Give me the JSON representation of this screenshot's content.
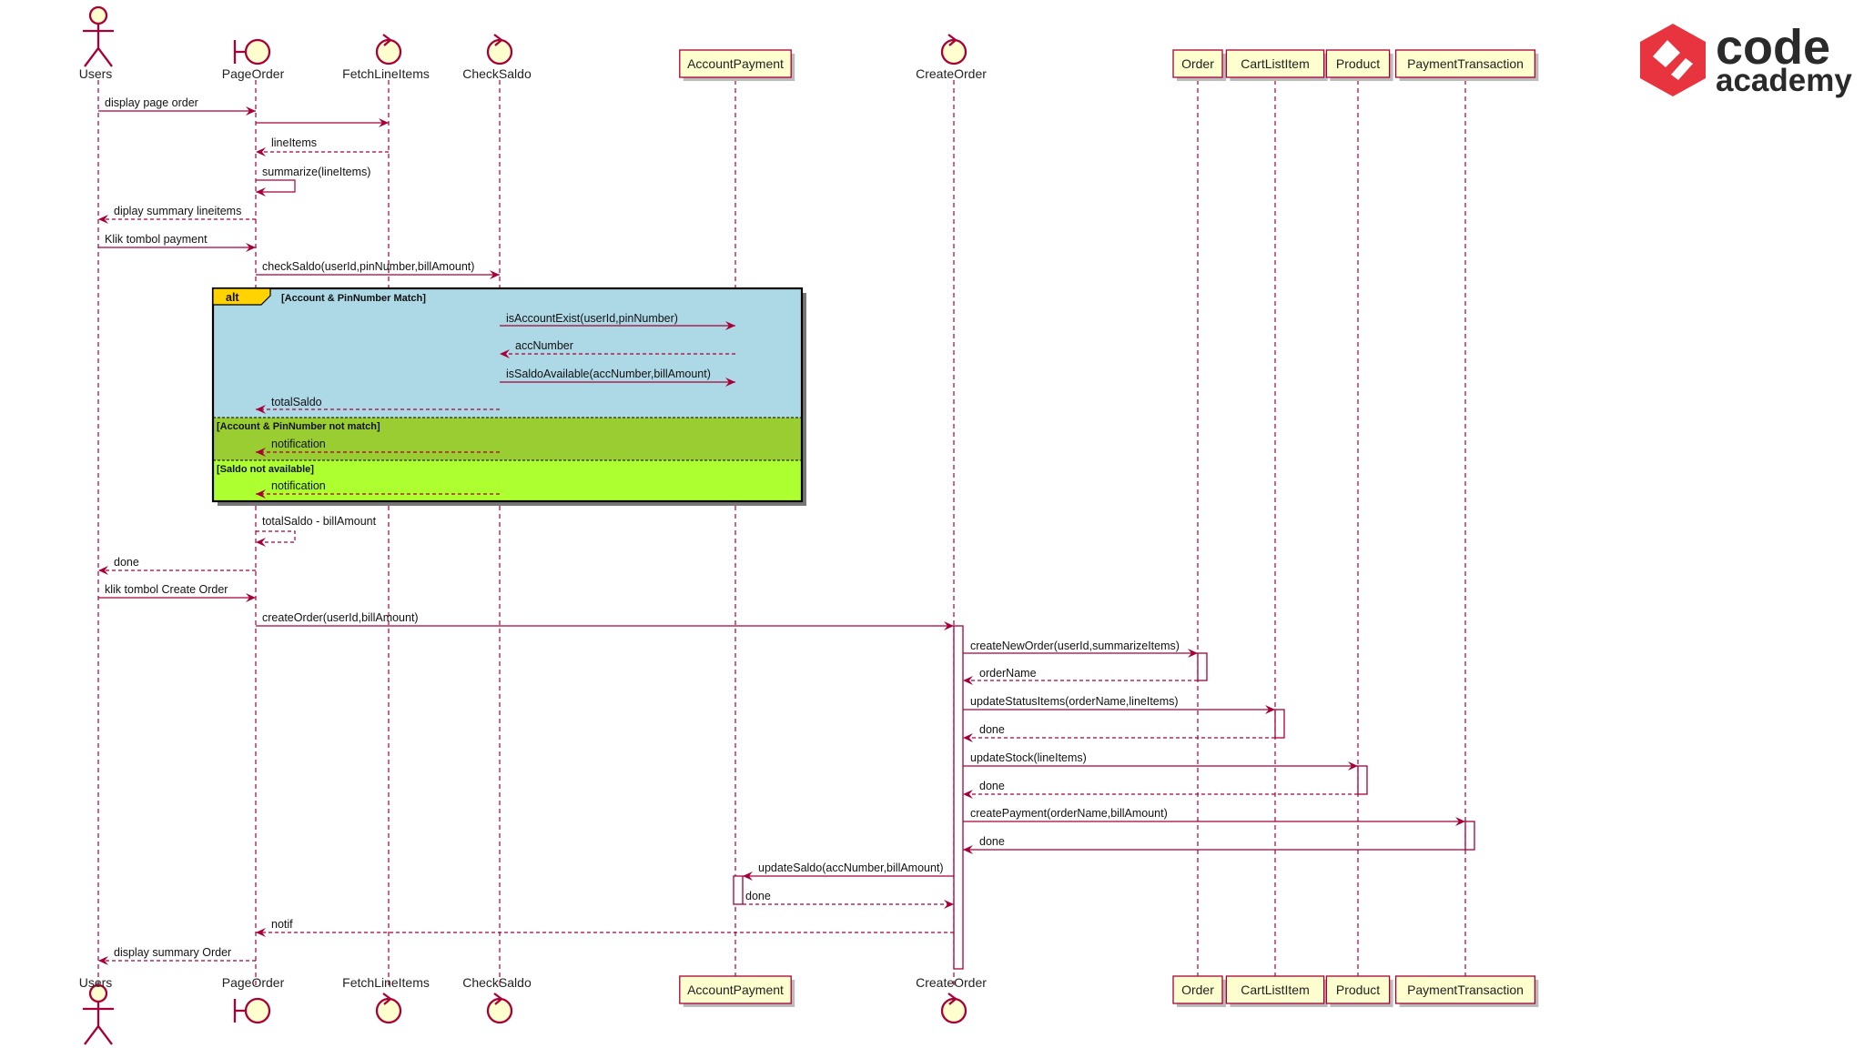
{
  "logo": {
    "line1": "code",
    "line2": "academy",
    "color": "#e8343f"
  },
  "colors": {
    "stroke": "#a80036",
    "box_fill": "#fefece",
    "alt_blue": "#add8e6",
    "alt_green": "#9acd32",
    "alt_lime": "#adff2f",
    "alt_tag": "#ffd200"
  },
  "participants": [
    {
      "id": "users",
      "label": "Users",
      "kind": "actor"
    },
    {
      "id": "pageorder",
      "label": "PageOrder",
      "kind": "boundary"
    },
    {
      "id": "fetch",
      "label": "FetchLineItems",
      "kind": "control"
    },
    {
      "id": "check",
      "label": "CheckSaldo",
      "kind": "control"
    },
    {
      "id": "accpay",
      "label": "AccountPayment",
      "kind": "box"
    },
    {
      "id": "create",
      "label": "CreateOrder",
      "kind": "control"
    },
    {
      "id": "order",
      "label": "Order",
      "kind": "box"
    },
    {
      "id": "cart",
      "label": "CartListItem",
      "kind": "box"
    },
    {
      "id": "product",
      "label": "Product",
      "kind": "box"
    },
    {
      "id": "paytx",
      "label": "PaymentTransaction",
      "kind": "box"
    }
  ],
  "alt": {
    "tag": "alt",
    "guards": [
      "[Account & PinNumber Match]",
      "[Account & PinNumber not match]",
      "[Saldo not available]"
    ]
  },
  "messages": [
    {
      "from": "users",
      "to": "pageorder",
      "label": "display page order",
      "dashed": false
    },
    {
      "from": "pageorder",
      "to": "fetch",
      "label": "",
      "dashed": false
    },
    {
      "from": "fetch",
      "to": "pageorder",
      "label": "lineItems",
      "dashed": true
    },
    {
      "from": "pageorder",
      "to": "pageorder",
      "label": "summarize(lineItems)",
      "dashed": false
    },
    {
      "from": "pageorder",
      "to": "users",
      "label": "diplay summary lineitems",
      "dashed": true
    },
    {
      "from": "users",
      "to": "pageorder",
      "label": "Klik tombol payment",
      "dashed": false
    },
    {
      "from": "pageorder",
      "to": "check",
      "label": "checkSaldo(userId,pinNumber,billAmount)",
      "dashed": false
    },
    {
      "from": "check",
      "to": "accpay",
      "label": "isAccountExist(userId,pinNumber)",
      "dashed": false
    },
    {
      "from": "accpay",
      "to": "check",
      "label": "accNumber",
      "dashed": true
    },
    {
      "from": "check",
      "to": "accpay",
      "label": "isSaldoAvailable(accNumber,billAmount)",
      "dashed": false
    },
    {
      "from": "check",
      "to": "pageorder",
      "label": "totalSaldo",
      "dashed": true
    },
    {
      "from": "check",
      "to": "pageorder",
      "label": "notification",
      "dashed": true
    },
    {
      "from": "check",
      "to": "pageorder",
      "label": "notification",
      "dashed": true
    },
    {
      "from": "pageorder",
      "to": "pageorder",
      "label": "totalSaldo - billAmount",
      "dashed": true
    },
    {
      "from": "pageorder",
      "to": "users",
      "label": "done",
      "dashed": true
    },
    {
      "from": "users",
      "to": "pageorder",
      "label": "klik tombol Create Order",
      "dashed": false
    },
    {
      "from": "pageorder",
      "to": "create",
      "label": "createOrder(userId,billAmount)",
      "dashed": false
    },
    {
      "from": "create",
      "to": "order",
      "label": "createNewOrder(userId,summarizeItems)",
      "dashed": false
    },
    {
      "from": "order",
      "to": "create",
      "label": "orderName",
      "dashed": true
    },
    {
      "from": "create",
      "to": "cart",
      "label": "updateStatusItems(orderName,lineItems)",
      "dashed": false
    },
    {
      "from": "cart",
      "to": "create",
      "label": "done",
      "dashed": true
    },
    {
      "from": "create",
      "to": "product",
      "label": "updateStock(lineItems)",
      "dashed": false
    },
    {
      "from": "product",
      "to": "create",
      "label": "done",
      "dashed": true
    },
    {
      "from": "create",
      "to": "paytx",
      "label": "createPayment(orderName,billAmount)",
      "dashed": false
    },
    {
      "from": "paytx",
      "to": "create",
      "label": "done",
      "dashed": false
    },
    {
      "from": "create",
      "to": "accpay",
      "label": "updateSaldo(accNumber,billAmount)",
      "dashed": false
    },
    {
      "from": "accpay",
      "to": "create",
      "label": "done",
      "dashed": true
    },
    {
      "from": "create",
      "to": "pageorder",
      "label": "notif",
      "dashed": true
    },
    {
      "from": "pageorder",
      "to": "users",
      "label": "display summary Order",
      "dashed": true
    }
  ]
}
